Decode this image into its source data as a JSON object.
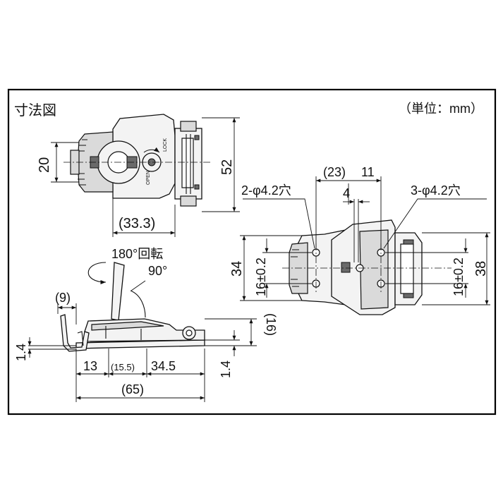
{
  "title": "寸法図",
  "unit": "（単位：mm）",
  "top_view": {
    "dim_20": "20",
    "dim_52": "52",
    "dim_33_3": "(33.3)",
    "label_open": "OPEN",
    "label_lock": "LOCK"
  },
  "side_view": {
    "rotation_180": "180°回転",
    "angle_90": "90°",
    "dim_9": "(9)",
    "dim_1_4_left": "1.4",
    "dim_13": "13",
    "dim_15_5": "(15.5)",
    "dim_34_5": "34.5",
    "dim_1_4_right": "1.4",
    "dim_16": "(16)",
    "dim_65": "(65)"
  },
  "mount_view": {
    "dim_23": "(23)",
    "dim_11": "11",
    "dim_4": "4",
    "holes_left": "2-φ4.2穴",
    "holes_right": "3-φ4.2穴",
    "dim_34": "34",
    "dim_16_left": "16±0.2",
    "dim_16_right": "16±0.2",
    "dim_38": "38"
  }
}
